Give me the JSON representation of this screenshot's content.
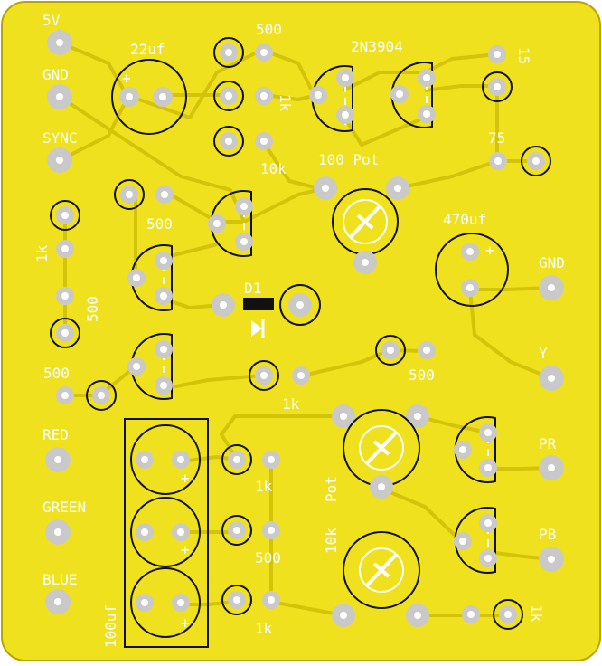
{
  "colors": {
    "board": "#f0e11f",
    "board_edge": "#b9a400",
    "trace": "#d4c409",
    "silk": "#ffffff",
    "outline": "#111111",
    "pad": "#c9c9c9",
    "pad_hole": "#ffffff"
  },
  "labels": {
    "v5": "5V",
    "gnd_left": "GND",
    "sync": "SYNC",
    "cap22": "22uf",
    "r500_top": "500",
    "r1k_top": "1k",
    "r10k_top": "10k",
    "q_2n3904": "2N3904",
    "r15": "15",
    "r75": "75",
    "pot100": "100 Pot",
    "cap470": "470uf",
    "gnd_right": "GND",
    "r500_mid": "500",
    "r1k_left": "1k",
    "r500_left_v": "500",
    "d1": "D1",
    "r500_left": "500",
    "y": "Y",
    "r500_right": "500",
    "r1k_mid": "1k",
    "red": "RED",
    "green": "GREEN",
    "blue": "BLUE",
    "pr": "PR",
    "pb": "PB",
    "r1k_b1": "1k",
    "pot_b": "Pot",
    "r500_b": "500",
    "pot10k": "10k",
    "r1k_b2": "1k",
    "cap100": "100uf",
    "r1k_bottom_right": "1k"
  },
  "icons": {
    "plus": "+",
    "diode": "diode-symbol",
    "pot": "potentiometer-symbol"
  }
}
